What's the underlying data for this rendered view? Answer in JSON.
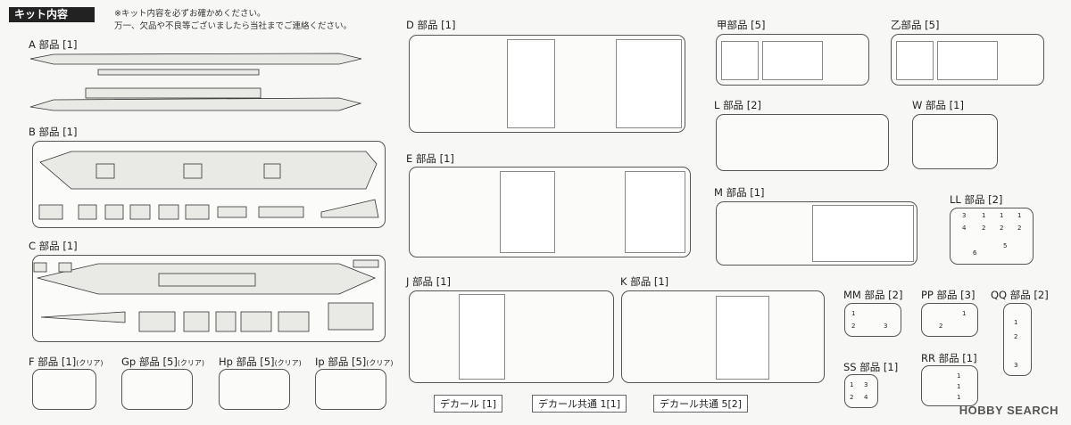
{
  "header": {
    "title": "キット内容"
  },
  "notice": {
    "line1": "※キット内容を必ずお確かめください。",
    "line2": "万一、欠品や不良等ございましたら当社までご連絡ください。"
  },
  "sprues": {
    "A": "A 部品 [1]",
    "B": "B 部品 [1]",
    "C": "C 部品 [1]",
    "D": "D 部品 [1]",
    "E": "E 部品 [1]",
    "J": "J 部品 [1]",
    "K": "K 部品 [1]",
    "kou": "甲部品 [5]",
    "otsu": "乙部品 [5]",
    "L": "L 部品 [2]",
    "W": "W 部品 [1]",
    "M": "M 部品 [1]",
    "LL": "LL 部品 [2]",
    "MM": "MM 部品 [2]",
    "PP": "PP 部品 [3]",
    "QQ": "QQ 部品 [2]",
    "SS": "SS 部品 [1]",
    "RR": "RR 部品 [1]",
    "F": "F 部品 [1]",
    "Gp": "Gp 部品 [5]",
    "Hp": "Hp 部品 [5]",
    "Ip": "Ip 部品 [5]"
  },
  "clear_note": "(クリア)",
  "decals": {
    "d1": "デカール [1]",
    "d2": "デカール共通 1[1]",
    "d3": "デカール共通 5[2]"
  },
  "part_numbers": {
    "mm": [
      "1",
      "2",
      "3"
    ],
    "pp": [
      "1",
      "2"
    ],
    "qq": [
      "1",
      "2",
      "3"
    ],
    "ss": [
      "1",
      "2",
      "3",
      "4"
    ],
    "rr": [
      "1",
      "1",
      "1"
    ],
    "ll": [
      "3",
      "4",
      "1",
      "2",
      "1",
      "2",
      "1",
      "2",
      "5",
      "6"
    ]
  },
  "watermark": "HOBBY SEARCH"
}
